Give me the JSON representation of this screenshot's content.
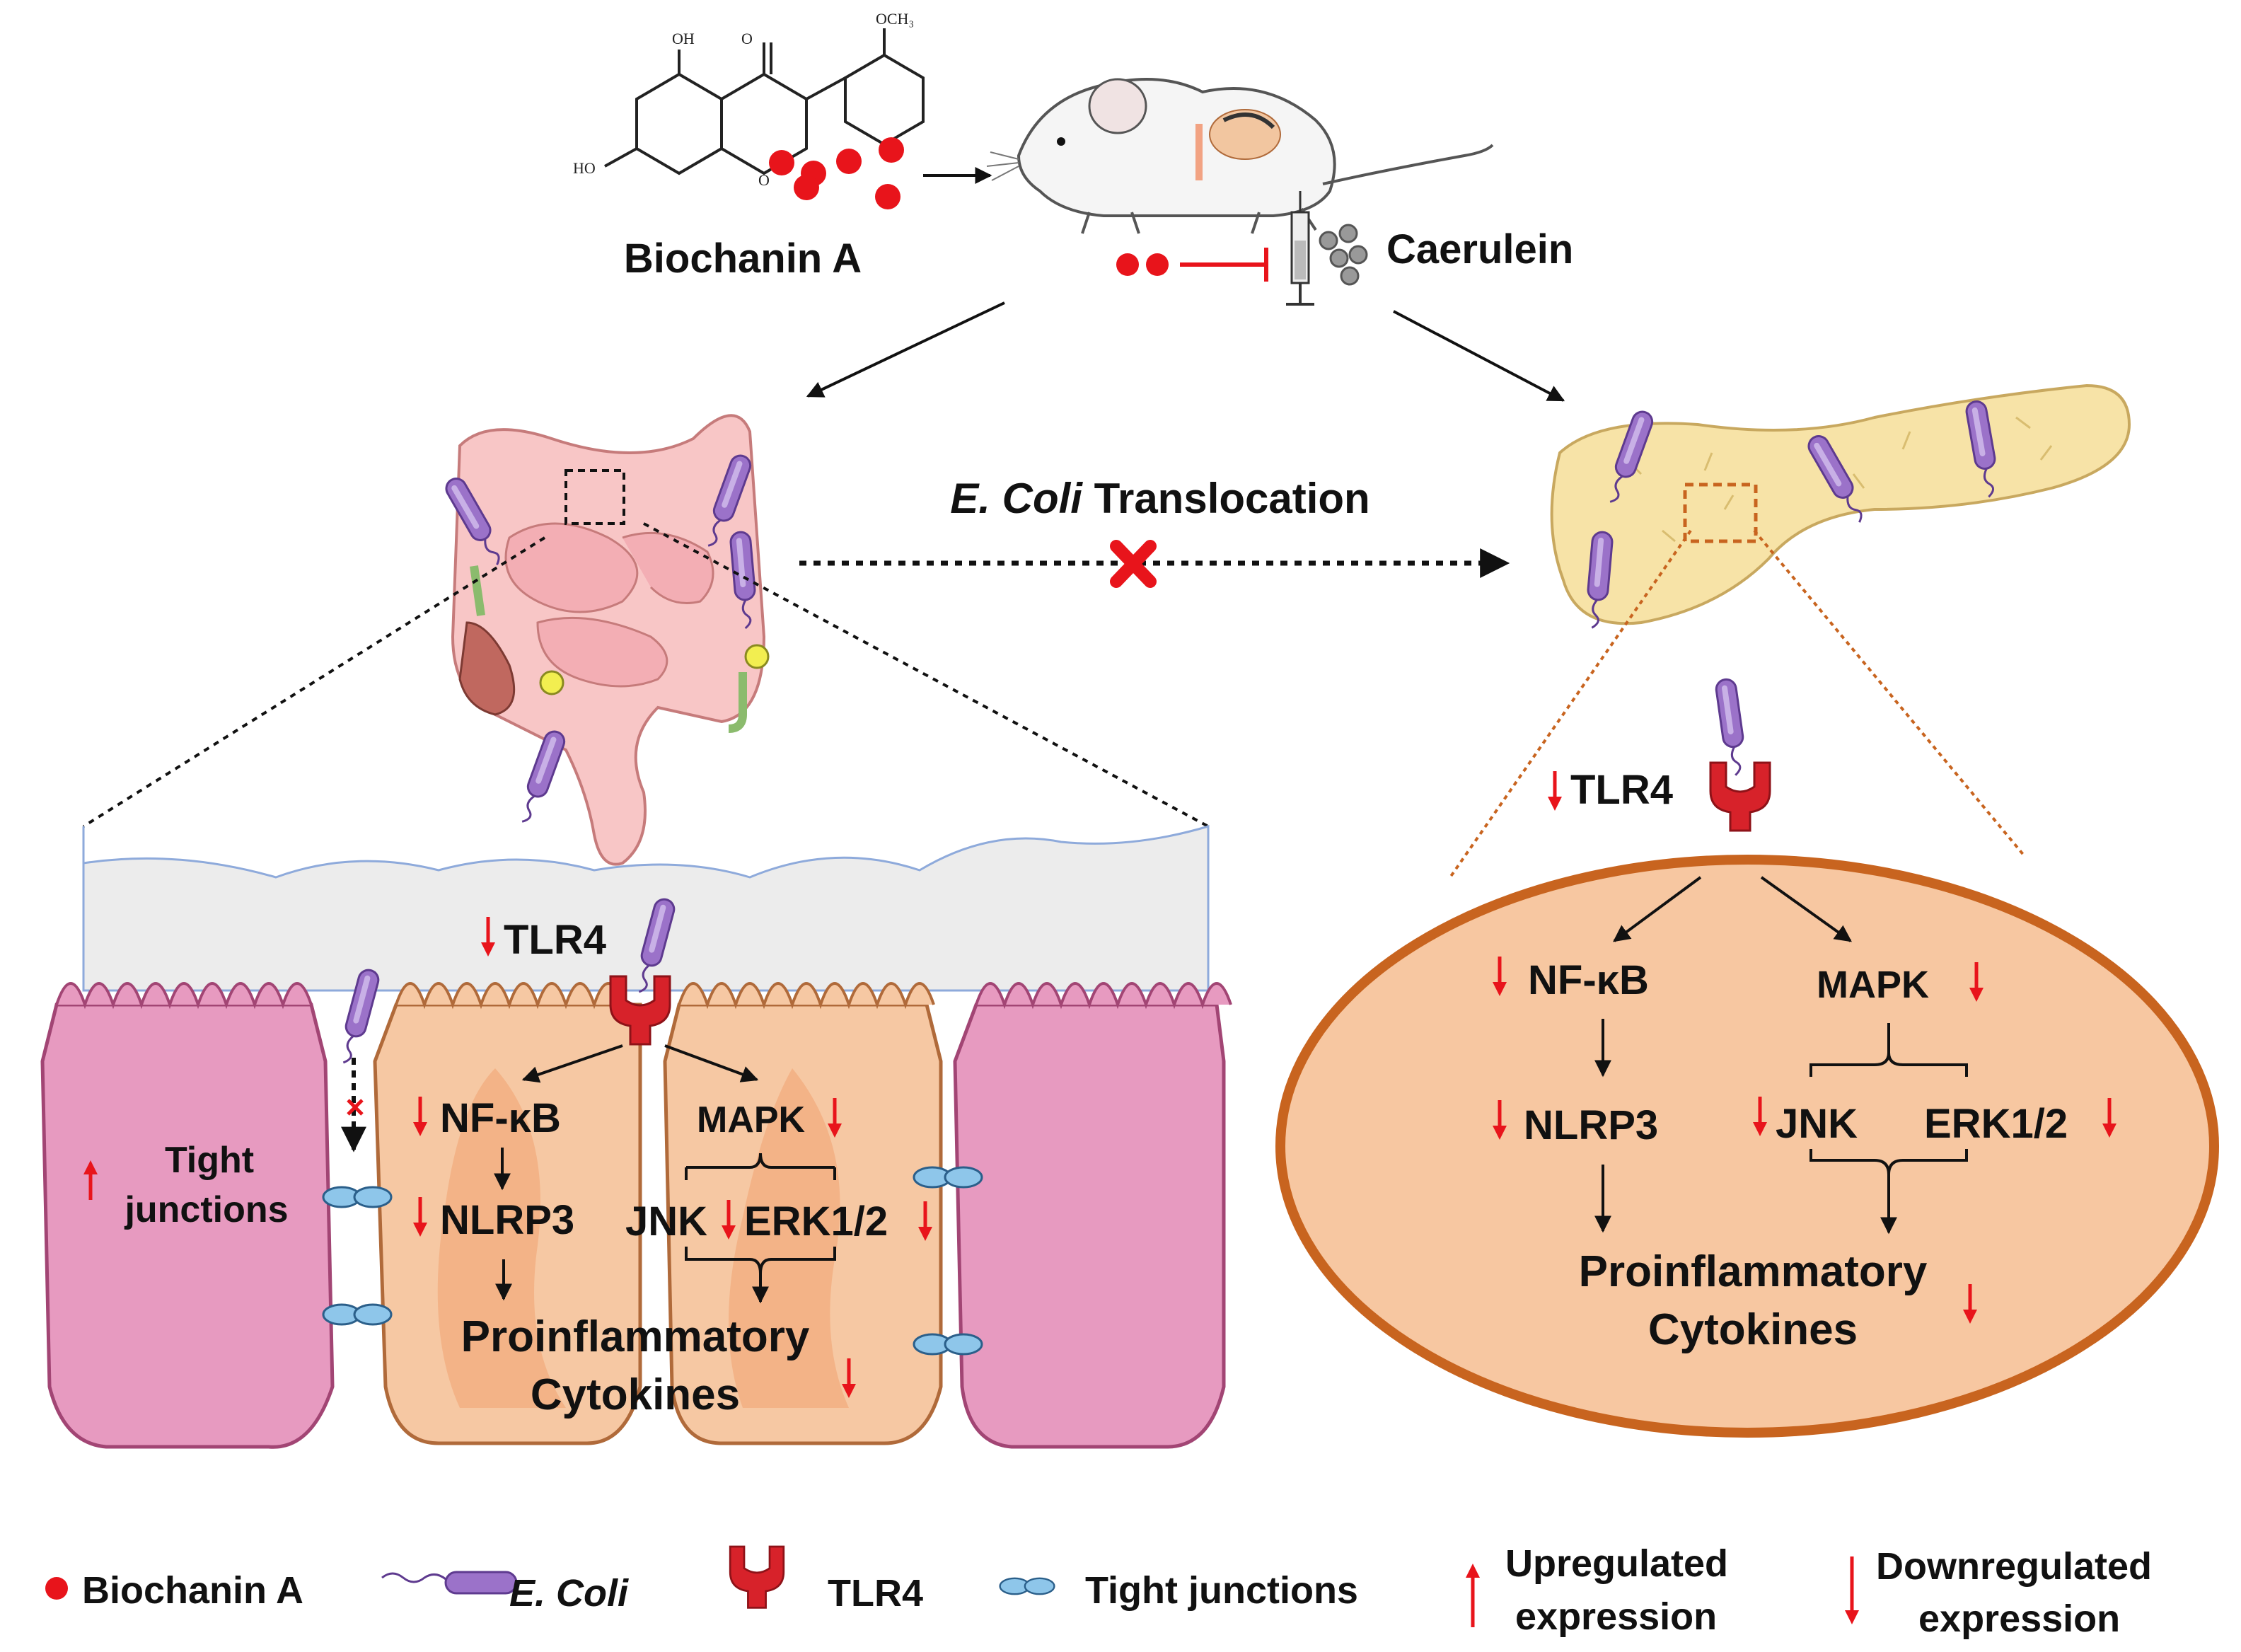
{
  "colors": {
    "biochanin": "#e8141b",
    "ecoli_body": "#9b72c9",
    "tlr4": "#d7222a",
    "tight_junction": "#8ec6ea",
    "pink_cell": "#e79ac0",
    "orange_cell": "#f6c8a3",
    "pancreas": "#f7e3a7",
    "oval_fill": "#f7c7a1",
    "oval_stroke": "#c8641f",
    "regulation_arrow": "#e8141b"
  },
  "top": {
    "compound_label": "Biochanin A",
    "compound_groups": {
      "oh_top": "OH",
      "och3": "OCH₃",
      "ho_left": "HO",
      "o_carbonyl": "O",
      "o_ring": "O"
    },
    "injection_label": "Caerulein"
  },
  "middle": {
    "translocation_label_italic": "E. Coli",
    "translocation_label_rest": " Translocation"
  },
  "intestine_panel": {
    "tlr4": "TLR4",
    "tight_junctions_line1": "Tight",
    "tight_junctions_line2": "junctions",
    "nfkb": "NF-κB",
    "nlrp3": "NLRP3",
    "mapk": "MAPK",
    "jnk": "JNK",
    "erk": "ERK1/2",
    "cytokines_line1": "Proinflammatory",
    "cytokines_line2": "Cytokines"
  },
  "pancreas_panel": {
    "tlr4": "TLR4",
    "nfkb": "NF-κB",
    "mapk": "MAPK",
    "nlrp3": "NLRP3",
    "jnk": "JNK",
    "erk": "ERK1/2",
    "cytokines_line1": "Proinflammatory",
    "cytokines_line2": "Cytokines"
  },
  "legend": {
    "biochanin": "Biochanin A",
    "ecoli": "E. Coli",
    "tlr4": "TLR4",
    "tight_junctions": "Tight junctions",
    "upregulated_line1": "Upregulated",
    "upregulated_line2": "expression",
    "downregulated_line1": "Downregulated",
    "downregulated_line2": "expression"
  }
}
